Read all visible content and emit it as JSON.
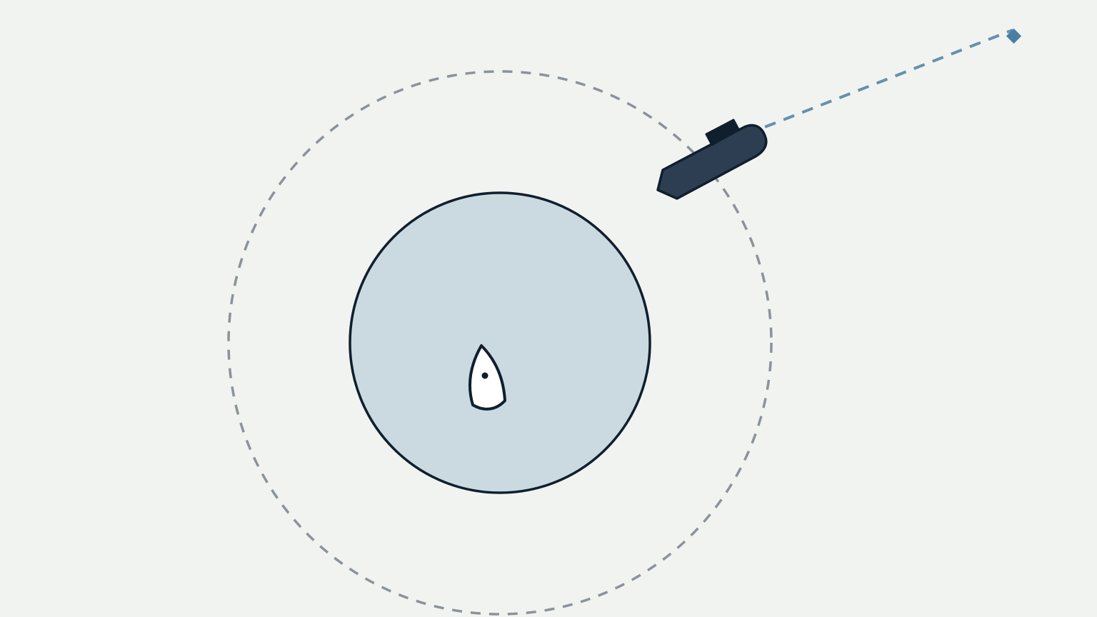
{
  "colors": {
    "background": "#f1f3f1",
    "outer_ring": "#8a939b",
    "inner_zone_fill": "#cbdae0",
    "outline": "#0f1f2e",
    "boat_fill": "#ffffff",
    "ship_hull": "#2e3e52",
    "ship_cabin": "#0f1f2e",
    "trajectory": "#6790ab",
    "target_marker": "#4a7fa3"
  },
  "scene": {
    "outer_ring_style": "dashed",
    "inner_zone_style": "solid",
    "boat_icon": "sailboat-icon",
    "ship_icon": "submarine-icon",
    "target_icon": "diamond-marker-icon",
    "trajectory_style": "dashed"
  }
}
